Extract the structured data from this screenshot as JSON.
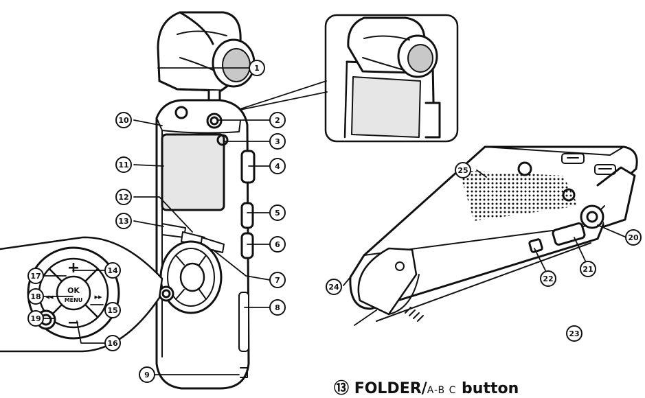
{
  "callouts": [
    "1",
    "2",
    "3",
    "4",
    "5",
    "6",
    "7",
    "8",
    "9",
    "10",
    "11",
    "12",
    "13",
    "14",
    "15",
    "16",
    "17",
    "18",
    "19",
    "20",
    "21",
    "22",
    "23",
    "24",
    "25"
  ],
  "keypad": {
    "plus": "+",
    "minus": "−",
    "ok": "OK",
    "menu": "MENU",
    "prev": "◂◂",
    "next": "▸▸"
  },
  "caption": {
    "num": "⑬",
    "name": "FOLDER/",
    "smallcaps": "A-B C",
    "word": "button"
  },
  "colors": {
    "ink": "#111111",
    "body": "#ffffff",
    "shade": "#c8c8c8",
    "screen": "#e6e6e6"
  }
}
